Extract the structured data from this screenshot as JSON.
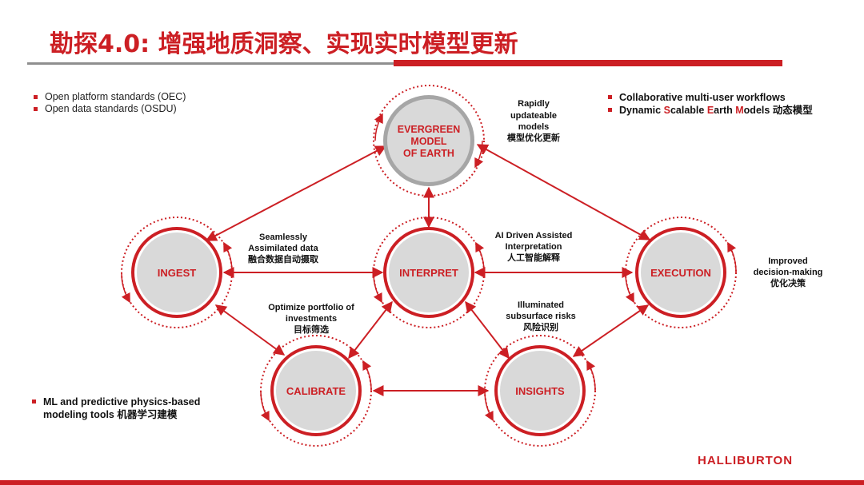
{
  "slide": {
    "title": "勘探4.0: 增强地质洞察、实现实时模型更新",
    "logo": "HALLIBURTON"
  },
  "bullets": {
    "top_left": [
      "Open platform standards (OEC)",
      "Open data standards (OSDU)"
    ],
    "top_right_1": "Collaborative multi-user workflows",
    "top_right_2": {
      "p1": "Dynamic ",
      "s": "S",
      "p2": "calable ",
      "e": "E",
      "p3": "arth ",
      "m": "M",
      "p4": "odels 动态模型"
    },
    "bottom_left": "ML and predictive physics-based modeling tools 机器学习建模"
  },
  "nodes": {
    "evergreen": [
      "EVERGREEN",
      "MODEL",
      "OF EARTH"
    ],
    "ingest": "INGEST",
    "interpret": "INTERPRET",
    "execution": "EXECUTION",
    "calibrate": "CALIBRATE",
    "insights": "INSIGHTS"
  },
  "annotations": {
    "evergreen": [
      "Rapidly",
      "updateable",
      "models",
      "模型优化更新"
    ],
    "ingest_interpret": [
      "Seamlessly",
      "Assimilated data",
      "融合数据自动摄取"
    ],
    "interpret_execution": [
      "AI Driven Assisted",
      "Interpretation",
      "人工智能解释"
    ],
    "execution": [
      "Improved",
      "decision-making",
      "优化决策"
    ],
    "calibrate": [
      "Optimize portfolio of",
      "investments",
      "目标筛选"
    ],
    "insights": [
      "Illuminated",
      "subsurface risks",
      "风险识别"
    ]
  },
  "colors": {
    "brand_red": "#cc1f24",
    "node_fill": "#d9d9d9",
    "node_grey_ring": "#a6a6a6",
    "rule_grey": "#8f8f8f"
  }
}
